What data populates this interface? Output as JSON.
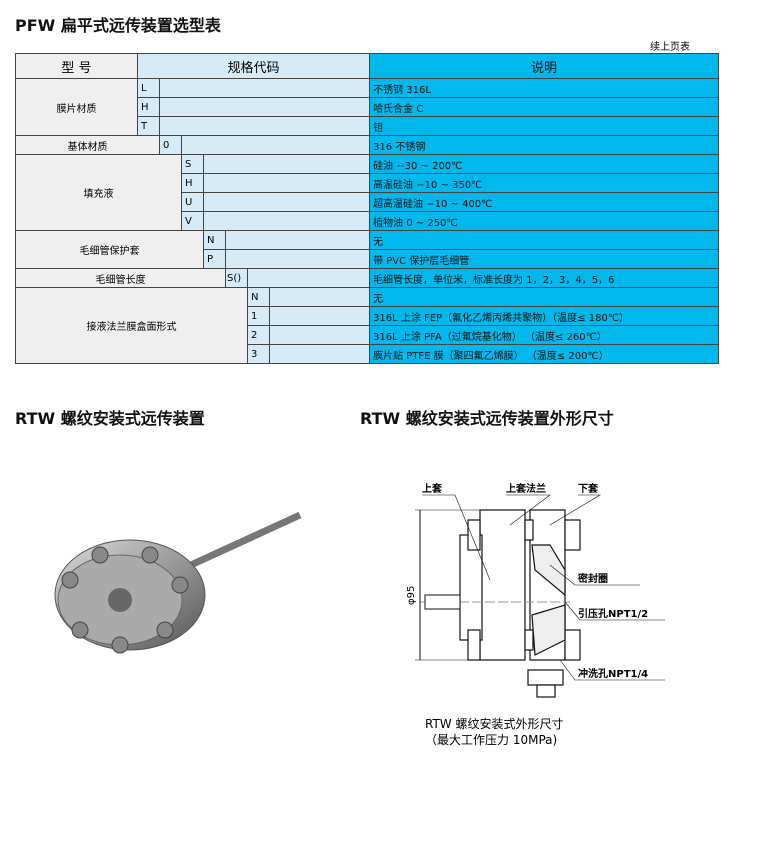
{
  "title": "PFW 扁平式远传装置选型表",
  "continued": "续上页表",
  "table": {
    "headers": {
      "model": "型 号",
      "code": "规格代码",
      "desc": "说明"
    },
    "diaphragm": {
      "label": "膜片材质",
      "rows": [
        {
          "code": "L",
          "desc": "不锈钢 316L"
        },
        {
          "code": "H",
          "desc": "哈氏合金 C"
        },
        {
          "code": "T",
          "desc": "钽"
        }
      ]
    },
    "body": {
      "label": "基体材质",
      "rows": [
        {
          "code": "0",
          "desc": "316 不锈钢"
        }
      ]
    },
    "fill": {
      "label": "填充液",
      "rows": [
        {
          "code": "S",
          "desc": "硅油            −30 ~ 200℃"
        },
        {
          "code": "H",
          "desc": "高温硅油      −10 ~ 350℃"
        },
        {
          "code": "U",
          "desc": "超高温硅油    −10 ~ 400℃"
        },
        {
          "code": "V",
          "desc": "植物油             0 ~ 250℃"
        }
      ]
    },
    "sleeve": {
      "label": "毛细管保护套",
      "rows": [
        {
          "code": "N",
          "desc": "无"
        },
        {
          "code": "P",
          "desc": "带 PVC 保护层毛细管"
        }
      ]
    },
    "length": {
      "label": "毛细管长度",
      "rows": [
        {
          "code": "S()",
          "desc": "毛细管长度，单位米，标准长度为 1，2，3，4，5，6"
        }
      ]
    },
    "face": {
      "label": "接液法兰膜盒面形式",
      "rows": [
        {
          "code": "N",
          "desc": "无"
        },
        {
          "code": "1",
          "desc": "316L 上涂 FEP（氟化乙烯丙烯共聚物）（温度≤ 180℃）"
        },
        {
          "code": "2",
          "desc": "316L 上涂 PFA（过氟烷基化物）         （温度≤ 260℃）"
        },
        {
          "code": "3",
          "desc": "膜片贴 PTFE 膜（聚四氟乙烯膜）         （温度≤ 200℃）"
        }
      ]
    }
  },
  "section_left": "RTW 螺纹安装式远传装置",
  "section_right": "RTW 螺纹安装式远传装置外形尺寸",
  "drawing": {
    "upper_sleeve": "上套",
    "upper_flange": "上套法兰",
    "lower_sleeve": "下套",
    "seal": "密封圈",
    "pressure_port": "引压孔NPT1/2",
    "flush_port": "冲洗孔NPT1/4",
    "dim": "φ95"
  },
  "caption": {
    "line1": "RTW 螺纹安装式外形尺寸",
    "line2": "（最大工作压力 10MPa)"
  }
}
